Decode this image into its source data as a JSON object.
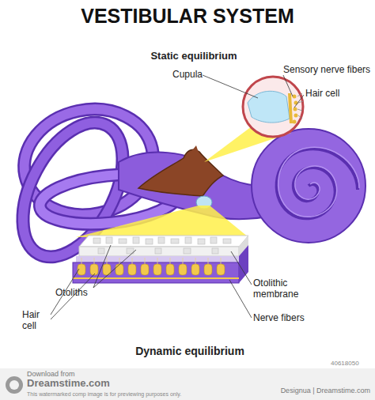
{
  "diagram": {
    "title": "VESTIBULAR SYSTEM",
    "labels": [
      "Static equilibrium",
      "Cupula",
      "Sensory nerve fibers",
      "Hair cell",
      "Otoliths",
      "Hair cell",
      "Otolithic membrane",
      "Nerve fibers",
      "Dynamic equilibrium",
      "Download from",
      "Dreamstime.com",
      "This watermarked comp image is for previewing purposes only.",
      "40618050",
      "Designua | Dreamstime.com"
    ]
  }
}
